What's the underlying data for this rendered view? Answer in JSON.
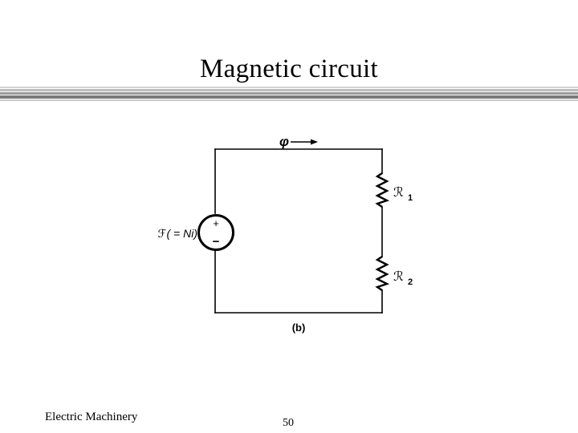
{
  "slide": {
    "title": "Magnetic circuit"
  },
  "diagram": {
    "flux_symbol": "φ",
    "source_label": "ℱ( = Ni)",
    "source_plus": "+",
    "source_minus": "−",
    "resistor_1": {
      "symbol": "ℛ",
      "subscript": "1"
    },
    "resistor_2": {
      "symbol": "ℛ",
      "subscript": "2"
    },
    "caption": "(b)"
  },
  "footer": {
    "left_text": "Electric Machinery",
    "page_number": "50"
  }
}
